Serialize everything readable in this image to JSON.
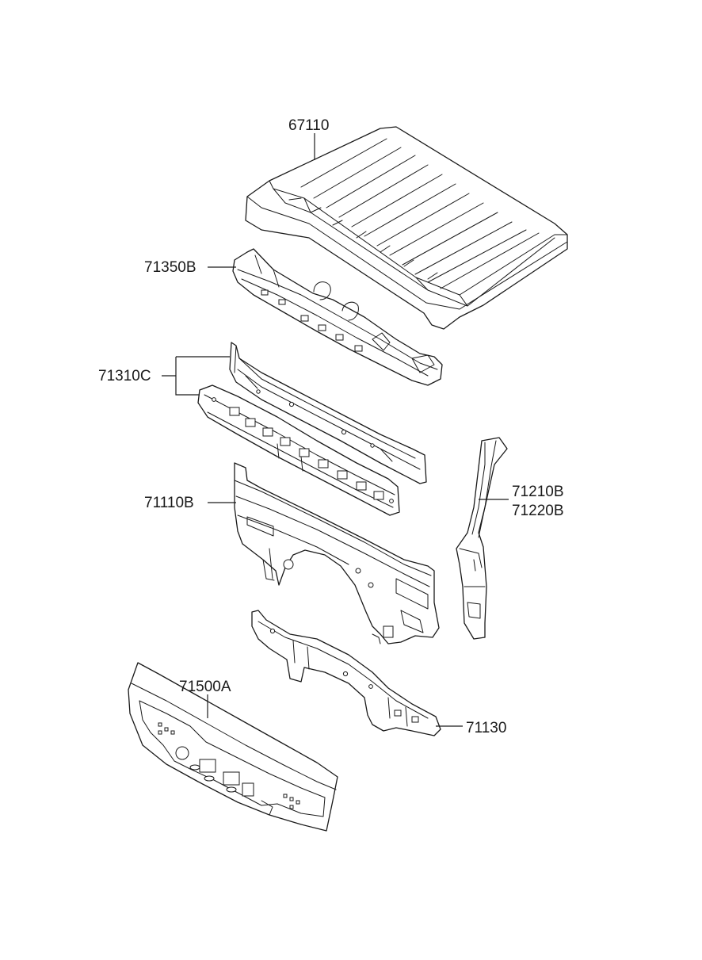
{
  "labels": {
    "p67110": "67110",
    "p71350B": "71350B",
    "p71310C": "71310C",
    "p71110B": "71110B",
    "p71210B": "71210B",
    "p71220B": "71220B",
    "p71500A": "71500A",
    "p71130": "71130"
  },
  "colors": {
    "line": "#1a1a1a",
    "background": "#ffffff"
  }
}
